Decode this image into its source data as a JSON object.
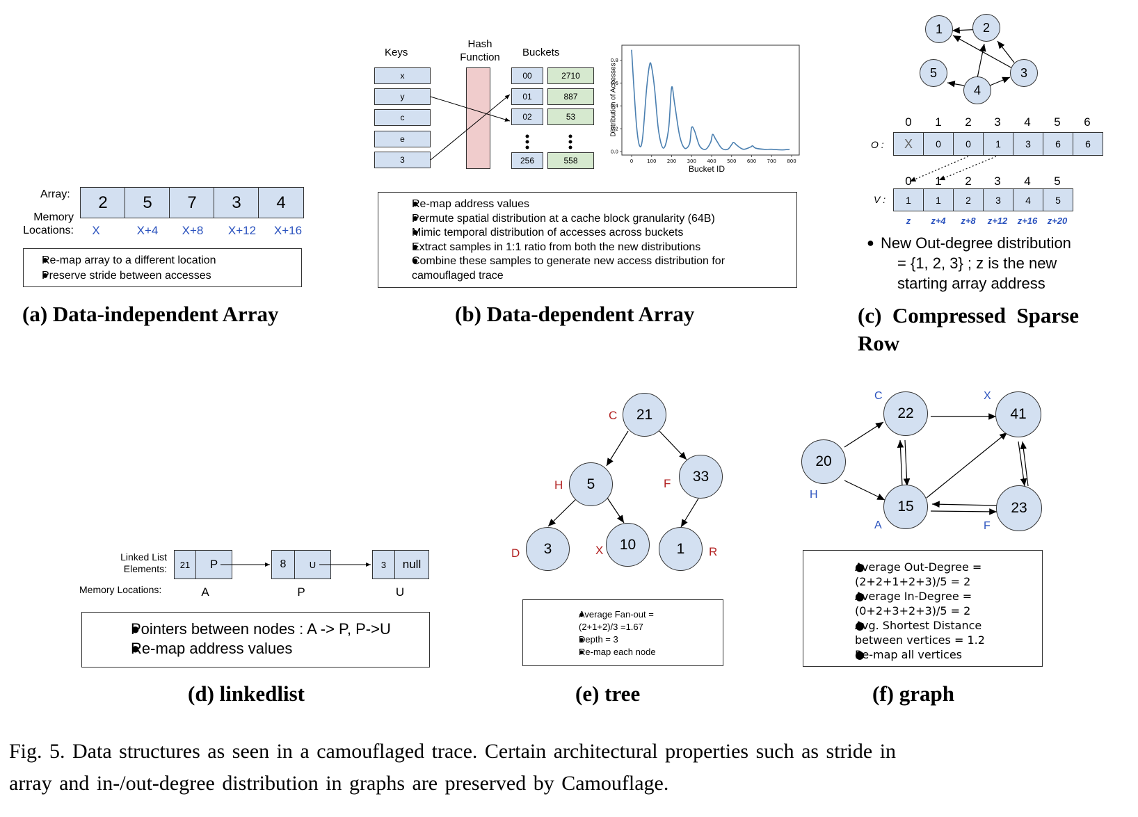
{
  "panel_a": {
    "array_label": "Array:",
    "memory_label_1": "Memory",
    "memory_label_2": "Locations:",
    "values": [
      "2",
      "5",
      "7",
      "3",
      "4"
    ],
    "locations": [
      "X",
      "X+4",
      "X+8",
      "X+12",
      "X+16"
    ],
    "bullets": [
      "Re-map array to a different location",
      "Preserve stride between accesses"
    ],
    "caption": "(a) Data-independent Array"
  },
  "panel_b": {
    "keys_header": "Keys",
    "hash_header_1": "Hash",
    "hash_header_2": "Function",
    "buckets_header": "Buckets",
    "keys": [
      "x",
      "y",
      "c",
      "e",
      "3"
    ],
    "bucket_ids": [
      "00",
      "01",
      "02",
      "256"
    ],
    "bucket_counts": [
      "2710",
      "887",
      "53",
      "558"
    ],
    "bullets": [
      "Re-map address values",
      "Permute spatial distribution at a cache block granularity (64B)",
      "Mimic temporal distribution of accesses across buckets",
      "Extract samples in 1:1 ratio from both the new distributions",
      "Combine these samples to generate new access distribution for camouflaged trace"
    ],
    "caption": "(b) Data-dependent Array"
  },
  "chart_data": {
    "type": "line",
    "xlabel": "Bucket ID",
    "ylabel": "Distribution of Accesses",
    "xlim": [
      0,
      800
    ],
    "ylim": [
      0,
      0.9
    ],
    "xticks": [
      "0",
      "100",
      "200",
      "300",
      "400",
      "500",
      "600",
      "700",
      "800"
    ],
    "yticks": [
      "0.0",
      "0.2",
      "0.4",
      "0.6",
      "0.8"
    ],
    "x": [
      0,
      10,
      25,
      40,
      55,
      75,
      90,
      100,
      115,
      135,
      160,
      185,
      200,
      215,
      240,
      265,
      290,
      300,
      315,
      340,
      370,
      395,
      405,
      420,
      450,
      480,
      500,
      510,
      530,
      560,
      595,
      605,
      620,
      660,
      700,
      750,
      790
    ],
    "y": [
      0.89,
      0.6,
      0.22,
      0.05,
      0.12,
      0.55,
      0.76,
      0.74,
      0.55,
      0.18,
      0.03,
      0.2,
      0.56,
      0.42,
      0.14,
      0.03,
      0.07,
      0.21,
      0.18,
      0.05,
      0.02,
      0.08,
      0.15,
      0.11,
      0.03,
      0.02,
      0.06,
      0.08,
      0.05,
      0.02,
      0.04,
      0.05,
      0.03,
      0.02,
      0.02,
      0.015,
      0.02
    ]
  },
  "panel_c": {
    "graph_nodes": [
      "1",
      "2",
      "3",
      "4",
      "5"
    ],
    "o_indices": [
      "0",
      "1",
      "2",
      "3",
      "4",
      "5",
      "6"
    ],
    "o_label": "O :",
    "o_values": [
      "X",
      "0",
      "0",
      "1",
      "3",
      "6",
      "6"
    ],
    "v_indices": [
      "0",
      "1",
      "2",
      "3",
      "4",
      "5"
    ],
    "v_label": "V :",
    "v_values": [
      "1",
      "1",
      "2",
      "3",
      "4",
      "5"
    ],
    "v_addresses": [
      "z",
      "z+4",
      "z+8",
      "z+12",
      "z+16",
      "z+20"
    ],
    "note_1": "New Out-degree distribution",
    "note_2": "= {1, 2, 3} ; z is the new",
    "note_3": "starting array address",
    "caption_1": "(c)  Compressed  Sparse",
    "caption_2": "Row"
  },
  "panel_d": {
    "elements_label_1": "Linked List",
    "elements_label_2": "Elements:",
    "mem_label": "Memory Locations:",
    "nodes": [
      {
        "value": "21",
        "pointer": "P",
        "location": "A"
      },
      {
        "value": "8",
        "pointer": "U",
        "location": "P"
      },
      {
        "value": "3",
        "pointer": "null",
        "location": "U"
      }
    ],
    "bullets": [
      "Pointers between nodes : A -> P, P->U",
      "Re-map address values"
    ],
    "caption": "(d) linkedlist"
  },
  "panel_e": {
    "nodes": [
      {
        "value": "21",
        "label": "C"
      },
      {
        "value": "5",
        "label": "H"
      },
      {
        "value": "33",
        "label": "F"
      },
      {
        "value": "3",
        "label": "D"
      },
      {
        "value": "10",
        "label": "X"
      },
      {
        "value": "1",
        "label": "R"
      }
    ],
    "bullets": [
      "Average Fan-out  = (2+1+2)/3 =1.67",
      "Depth = 3",
      "Re-map each node"
    ],
    "caption": "(e) tree"
  },
  "panel_f": {
    "nodes": [
      {
        "value": "22",
        "label": "C"
      },
      {
        "value": "41",
        "label": "X"
      },
      {
        "value": "20",
        "label": "H"
      },
      {
        "value": "15",
        "label": "A"
      },
      {
        "value": "23",
        "label": "F"
      }
    ],
    "bullets": [
      "Average Out-Degree  = (2+2+1+2+3)/5 = 2",
      "Average In-Degree = (0+2+3+2+3)/5 = 2",
      "Avg. Shortest Distance between vertices = 1.2",
      "Re-map all vertices"
    ],
    "caption": "(f) graph"
  },
  "figure_caption": {
    "line_1": "Fig. 5.  Data structures as seen in a camouflaged trace. Certain architectural properties such as stride in",
    "line_2": "array and in-/out-degree distribution in graphs are preserved by Camouflage."
  }
}
